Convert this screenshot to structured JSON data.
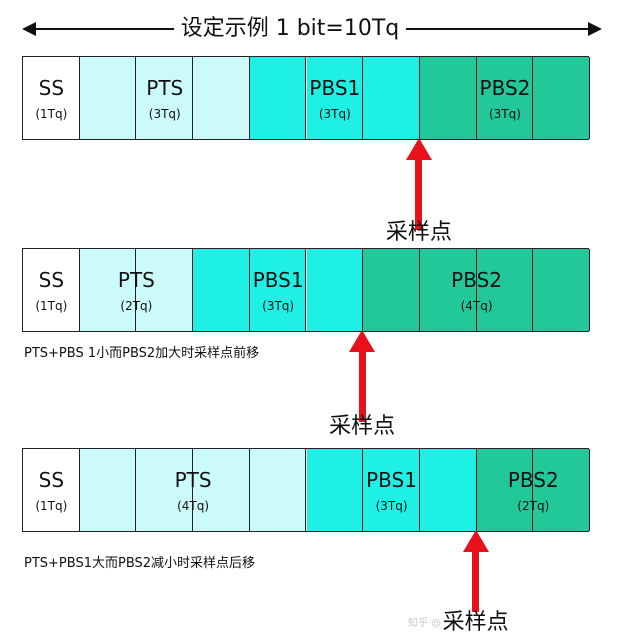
{
  "title": "设定示例 1 bit=10Tq",
  "colors": {
    "ss": "#ffffff",
    "pts": "#ccfafa",
    "pbs1": "#1ef0e6",
    "pbs2": "#22c89a",
    "arrow": "#e8101a",
    "border": "#222222"
  },
  "rows": [
    {
      "segments": [
        {
          "name": "SS",
          "sub": "(1Tq)",
          "tq": 1,
          "kind": "ss"
        },
        {
          "name": "PTS",
          "sub": "(3Tq)",
          "tq": 3,
          "kind": "pts"
        },
        {
          "name": "PBS1",
          "sub": "(3Tq)",
          "tq": 3,
          "kind": "pbs1"
        },
        {
          "name": "PBS2",
          "sub": "(3Tq)",
          "tq": 3,
          "kind": "pbs2"
        }
      ],
      "sample_label": "采样点",
      "note": ""
    },
    {
      "segments": [
        {
          "name": "SS",
          "sub": "(1Tq)",
          "tq": 1,
          "kind": "ss"
        },
        {
          "name": "PTS",
          "sub": "(2Tq)",
          "tq": 2,
          "kind": "pts"
        },
        {
          "name": "PBS1",
          "sub": "(3Tq)",
          "tq": 3,
          "kind": "pbs1"
        },
        {
          "name": "PBS2",
          "sub": "(4Tq)",
          "tq": 4,
          "kind": "pbs2"
        }
      ],
      "sample_label": "采样点",
      "note": "PTS+PBS 1小而PBS2加大时采样点前移"
    },
    {
      "segments": [
        {
          "name": "SS",
          "sub": "(1Tq)",
          "tq": 1,
          "kind": "ss"
        },
        {
          "name": "PTS",
          "sub": "(4Tq)",
          "tq": 4,
          "kind": "pts"
        },
        {
          "name": "PBS1",
          "sub": "(3Tq)",
          "tq": 3,
          "kind": "pbs1"
        },
        {
          "name": "PBS2",
          "sub": "(2Tq)",
          "tq": 2,
          "kind": "pbs2"
        }
      ],
      "sample_label": "采样点",
      "note": "PTS+PBS1大而PBS2减小时采样点后移"
    }
  ],
  "watermark": "知乎 @"
}
